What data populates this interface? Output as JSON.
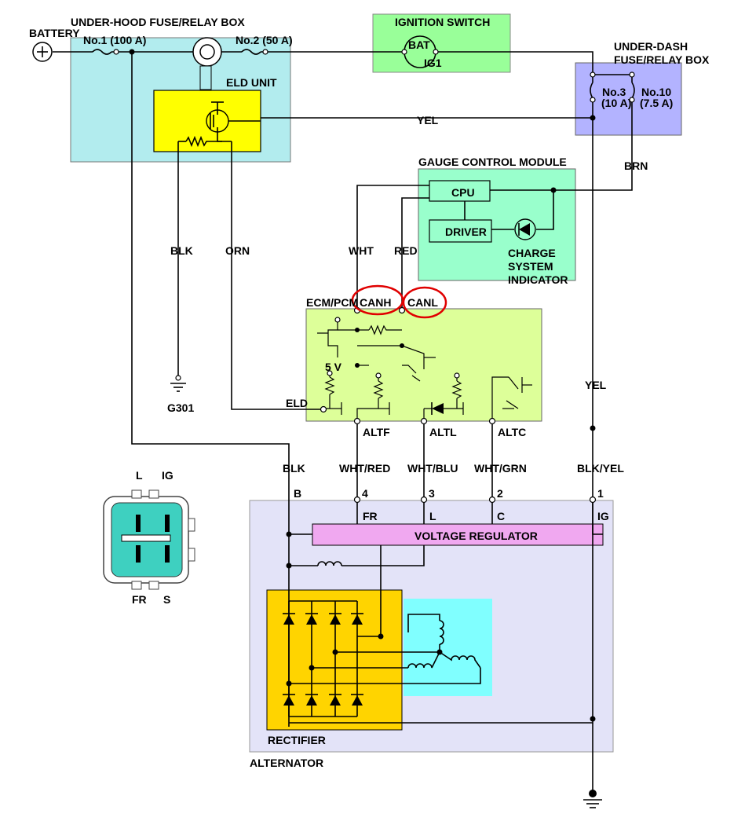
{
  "colors": {
    "fuse_box": "#b2ecee",
    "eld_unit": "#ffff00",
    "ignition": "#99ff99",
    "under_dash": "#b3b3ff",
    "gauge_module": "#99ffcc",
    "ecm": "#ddff99",
    "alternator": "#e3e3f8",
    "regulator": "#f0a8f0",
    "rectifier": "#ffd400",
    "stator": "#80ffff",
    "connector": "#3ed0c0",
    "highlight": "#e00000"
  },
  "labels": {
    "battery": "BATTERY",
    "underhood_box": "UNDER-HOOD FUSE/RELAY BOX",
    "fuse1": "No.1 (100 A)",
    "fuse2": "No.2 (50 A)",
    "eld_unit": "ELD UNIT",
    "ignition_switch": "IGNITION SWITCH",
    "bat": "BAT",
    "ig1": "IG1",
    "underdash_line1": "UNDER-DASH",
    "underdash_line2": "FUSE/RELAY BOX",
    "no3": "No.3",
    "no3_rating": "(10 A)",
    "no10": "No.10",
    "no10_rating": "(7.5 A)",
    "yel_top": "YEL",
    "brn": "BRN",
    "gauge_module": "GAUGE CONTROL MODULE",
    "cpu": "CPU",
    "driver": "DRIVER",
    "charge_line1": "CHARGE",
    "charge_line2": "SYSTEM",
    "charge_line3": "INDICATOR",
    "blk": "BLK",
    "orn": "ORN",
    "wht": "WHT",
    "red": "RED",
    "ecm": "ECM/PCM",
    "canh": "CANH",
    "canl": "CANL",
    "five_v": "5 V",
    "eld": "ELD",
    "g301": "G301",
    "altf": "ALTF",
    "altl": "ALTL",
    "altc": "ALTC",
    "yel_right": "YEL",
    "blk_lower": "BLK",
    "wht_red": "WHT/RED",
    "wht_blu": "WHT/BLU",
    "wht_grn": "WHT/GRN",
    "blk_yel": "BLK/YEL",
    "pin_b": "B",
    "pin_4": "4",
    "pin_3": "3",
    "pin_2": "2",
    "pin_1": "1",
    "fr": "FR",
    "l": "L",
    "c": "C",
    "ig": "IG",
    "voltage_regulator": "VOLTAGE REGULATOR",
    "rectifier": "RECTIFIER",
    "alternator": "ALTERNATOR",
    "conn_l": "L",
    "conn_ig": "IG",
    "conn_fr": "FR",
    "conn_s": "S"
  }
}
